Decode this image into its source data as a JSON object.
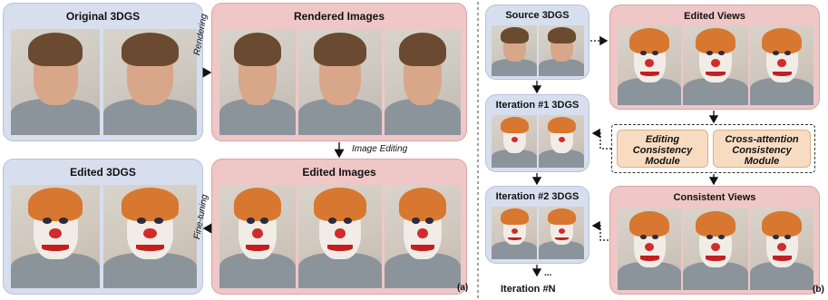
{
  "part_a": {
    "original_title": "Original 3DGS",
    "rendered_title": "Rendered Images",
    "edited_images_title": "Edited Images",
    "edited_3dgs_title": "Edited 3DGS",
    "rendering_label": "Rendering",
    "image_editing_label": "Image Editing",
    "fine_tuning_label": "Fine-tuning",
    "panel_label": "(a)"
  },
  "part_b": {
    "source_title": "Source 3DGS",
    "iter1_title": "Iteration #1 3DGS",
    "iter2_title": "Iteration #2 3DGS",
    "ellipsis": "...",
    "iterN_title": "Iteration #N",
    "edited_views_title": "Edited Views",
    "consistent_views_title": "Consistent Views",
    "module1": "Editing Consistency Module",
    "module2": "Cross-attention Consistency Module",
    "panel_label": "(b)"
  },
  "colors": {
    "blue_panel": "#d7dfee",
    "pink_panel": "#efc7c7",
    "module_fill": "#f8dcc2"
  }
}
